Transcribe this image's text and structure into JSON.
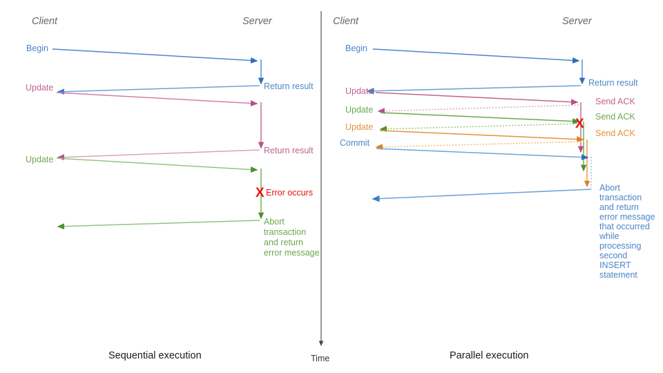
{
  "diagram": {
    "title_hidden": "",
    "colors": {
      "blue": "#4a86c8",
      "blue_light": "#7aa9dd",
      "pink": "#c2628f",
      "pink_light": "#dba3c0",
      "green": "#6aa84f",
      "green_light": "#93c47d",
      "orange": "#e69138",
      "orange_light": "#f3b969",
      "red": "#e8110f",
      "axis": "#444444",
      "header": "#666666",
      "caption": "#1a1a1a"
    },
    "time_axis": {
      "label": "Time"
    },
    "panels": [
      {
        "id": "sequential",
        "caption": "Sequential execution",
        "actors": {
          "client": "Client",
          "server": "Server"
        },
        "client_messages": [
          {
            "label": "Begin",
            "color": "blue"
          },
          {
            "label": "Update",
            "color": "pink"
          },
          {
            "label": "Update",
            "color": "green"
          }
        ],
        "server_messages": [
          {
            "label": "Return result",
            "color": "blue"
          },
          {
            "label": "Return result",
            "color": "pink"
          }
        ],
        "error": {
          "glyph": "X",
          "label": "Error occurs",
          "color": "red"
        },
        "abort": {
          "lines": [
            "Abort",
            "transaction",
            "and return",
            "error message"
          ],
          "color": "green"
        }
      },
      {
        "id": "parallel",
        "caption": "Parallel execution",
        "actors": {
          "client": "Client",
          "server": "Server"
        },
        "client_messages": [
          {
            "label": "Begin",
            "color": "blue"
          },
          {
            "label": "Update",
            "color": "pink"
          },
          {
            "label": "Update",
            "color": "green"
          },
          {
            "label": "Update",
            "color": "orange"
          },
          {
            "label": "Commit",
            "color": "blue"
          }
        ],
        "server_messages": [
          {
            "label": "Return result",
            "color": "blue"
          },
          {
            "label": "Send ACK",
            "color": "pink"
          },
          {
            "label": "Send ACK",
            "color": "green"
          },
          {
            "label": "Send ACK",
            "color": "orange"
          }
        ],
        "error": {
          "glyph": "X",
          "label": "",
          "color": "red"
        },
        "abort": {
          "lines": [
            "Abort",
            "transaction",
            "and return",
            "error message",
            "that occurred",
            "while",
            "processing",
            "second",
            "INSERT",
            "statement"
          ],
          "color": "blue"
        }
      }
    ]
  }
}
